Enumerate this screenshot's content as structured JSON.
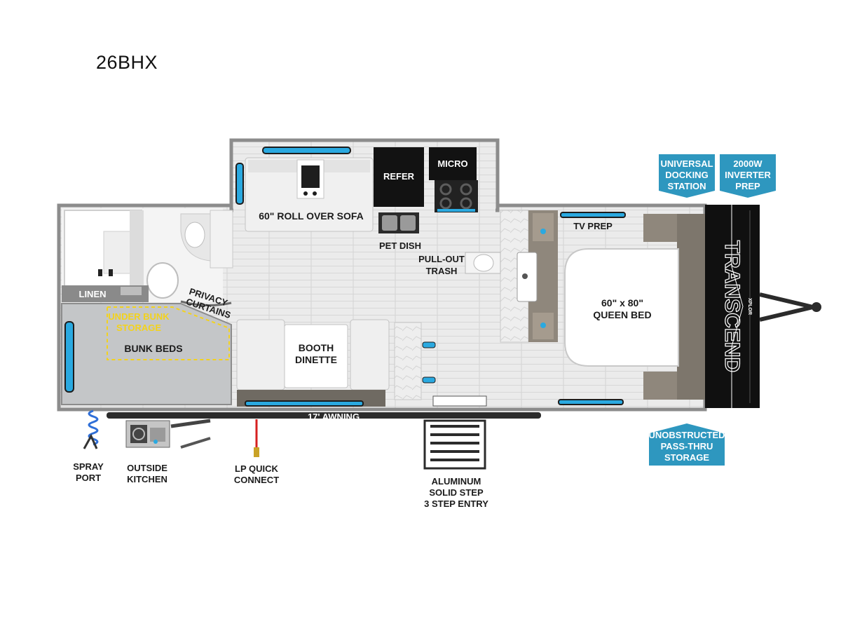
{
  "model": "26BHX",
  "colors": {
    "accent_badge": "#2e97bf",
    "wall": "#8c8c8c",
    "floor": "#e9e9e9",
    "led_blue": "#2aa9e0",
    "storage_outline": "#f3d21c",
    "awning": "#2b2b2b",
    "lp_line": "#d62020"
  },
  "labels": {
    "roll_over_sofa": "60\" ROLL OVER SOFA",
    "refer": "REFER",
    "micro": "MICRO",
    "pet_dish": "PET DISH",
    "pull_out_trash_1": "PULL-OUT",
    "pull_out_trash_2": "TRASH",
    "tv_prep": "TV PREP",
    "queen_bed_1": "60\" x 80\"",
    "queen_bed_2": "QUEEN BED",
    "linen": "LINEN",
    "privacy_curtains_1": "PRIVACY",
    "privacy_curtains_2": "CURTAINS",
    "under_bunk_storage_1": "UNDER BUNK",
    "under_bunk_storage_2": "STORAGE",
    "bunk_beds": "BUNK BEDS",
    "booth_dinette_1": "BOOTH",
    "booth_dinette_2": "DINETTE",
    "awning": "17' AWNING",
    "spray_port_1": "SPRAY",
    "spray_port_2": "PORT",
    "outside_kitchen_1": "OUTSIDE",
    "outside_kitchen_2": "KITCHEN",
    "lp_quick_connect_1": "LP QUICK",
    "lp_quick_connect_2": "CONNECT",
    "aluminum_step_1": "ALUMINUM",
    "aluminum_step_2": "SOLID STEP",
    "aluminum_step_3": "3 STEP ENTRY",
    "brand": "TRANSCEND",
    "brand_small": "XPLOR"
  },
  "badges": {
    "docking": [
      "UNIVERSAL",
      "DOCKING",
      "STATION"
    ],
    "inverter": [
      "2000W",
      "INVERTER",
      "PREP"
    ],
    "storage": [
      "UNOBSTRUCTED",
      "PASS-THRU",
      "STORAGE"
    ]
  }
}
